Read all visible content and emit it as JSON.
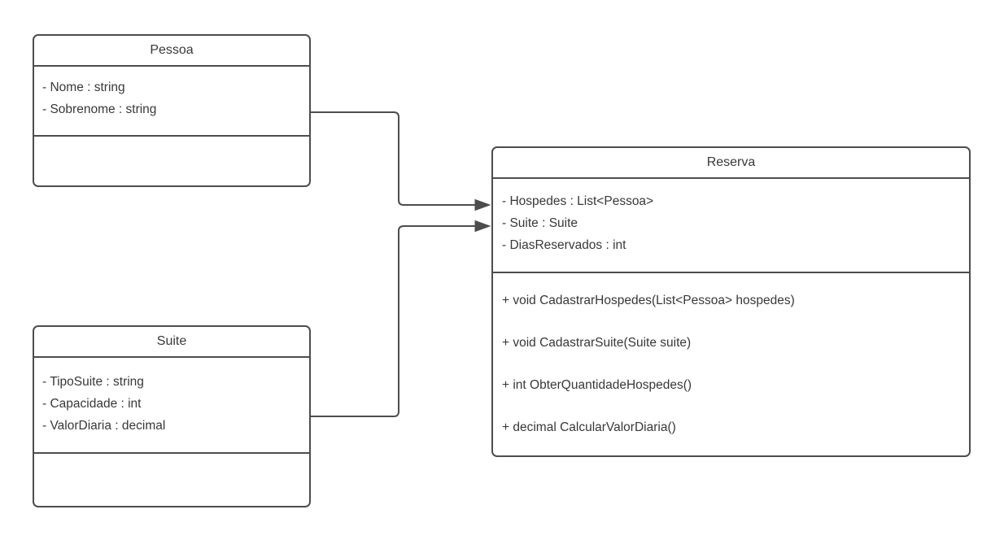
{
  "diagram": {
    "type": "uml-class-diagram",
    "classes": [
      {
        "name": "Pessoa",
        "attributes": [
          "- Nome : string",
          "- Sobrenome : string"
        ],
        "methods": []
      },
      {
        "name": "Suite",
        "attributes": [
          "- TipoSuite : string",
          "- Capacidade : int",
          "- ValorDiaria : decimal"
        ],
        "methods": []
      },
      {
        "name": "Reserva",
        "attributes": [
          "- Hospedes : List<Pessoa>",
          "- Suite : Suite",
          "- DiasReservados : int"
        ],
        "methods": [
          "+ void CadastrarHospedes(List<Pessoa> hospedes)",
          "+ void CadastrarSuite(Suite suite)",
          "+ int ObterQuantidadeHospedes()",
          "+ decimal CalcularValorDiaria()"
        ]
      }
    ],
    "connectors": [
      {
        "from": "Pessoa",
        "to": "Reserva",
        "style": "orthogonal",
        "arrowhead": "filled-triangle"
      },
      {
        "from": "Suite",
        "to": "Reserva",
        "style": "orthogonal",
        "arrowhead": "filled-triangle"
      }
    ],
    "colors": {
      "stroke": "#4d4d4d",
      "text": "#383838",
      "background": "#ffffff",
      "shape_fill": "#ffffff"
    }
  }
}
